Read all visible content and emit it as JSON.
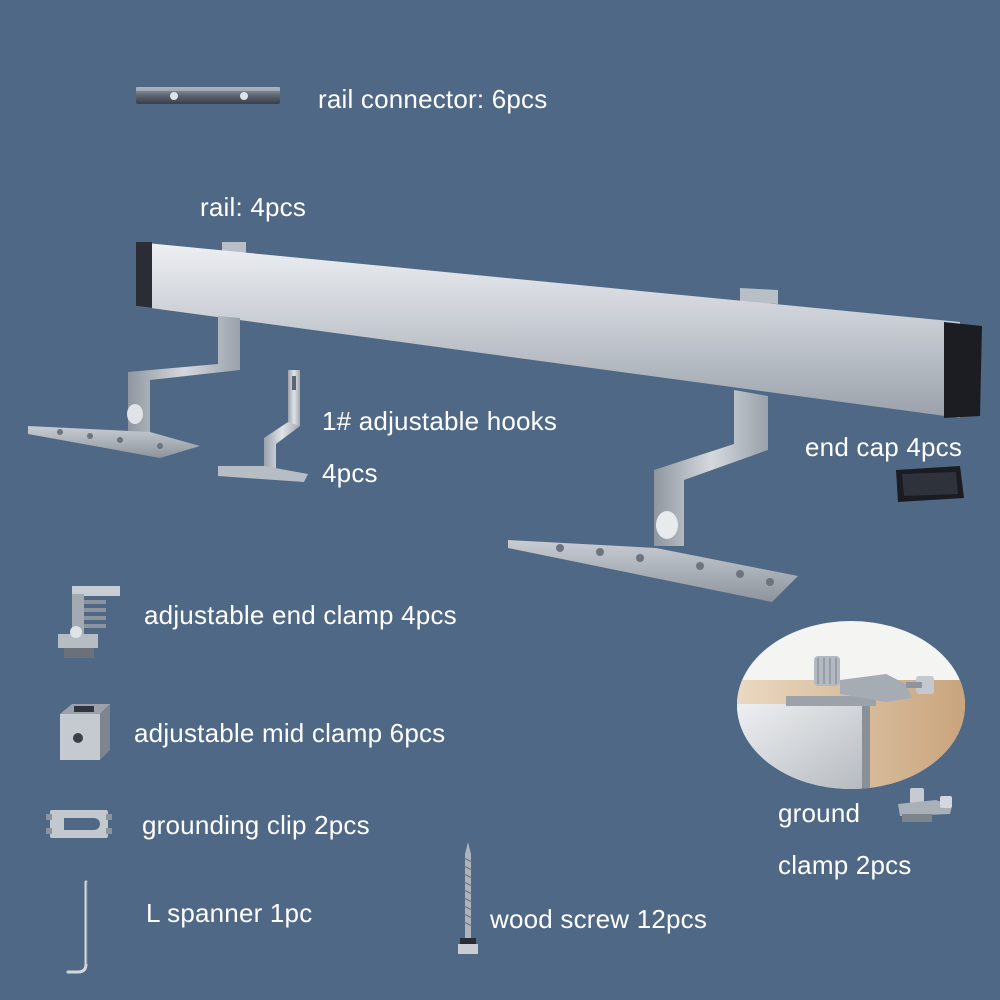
{
  "labels": {
    "rail_connector": "rail connector: 6pcs",
    "rail": "rail: 4pcs",
    "hooks_line1": "1# adjustable hooks",
    "hooks_line2": "4pcs",
    "end_cap": "end cap 4pcs",
    "end_clamp": "adjustable end clamp 4pcs",
    "mid_clamp": "adjustable mid clamp 6pcs",
    "grounding_clip": "grounding clip 2pcs",
    "spanner": "L spanner 1pc",
    "wood_screw": "wood screw 12pcs",
    "ground_clamp_line1": "ground",
    "ground_clamp_line2": "clamp 2pcs"
  },
  "colors": {
    "background": "#4f6885",
    "text": "#ffffff",
    "aluminum": "#c9ced4",
    "end_cap": "#1a1c22"
  },
  "icons": [
    "rail-connector-icon",
    "rail-icon",
    "roof-hook-icon",
    "end-cap-icon",
    "end-clamp-icon",
    "mid-clamp-icon",
    "grounding-clip-icon",
    "l-spanner-icon",
    "wood-screw-icon",
    "ground-clamp-icon"
  ]
}
